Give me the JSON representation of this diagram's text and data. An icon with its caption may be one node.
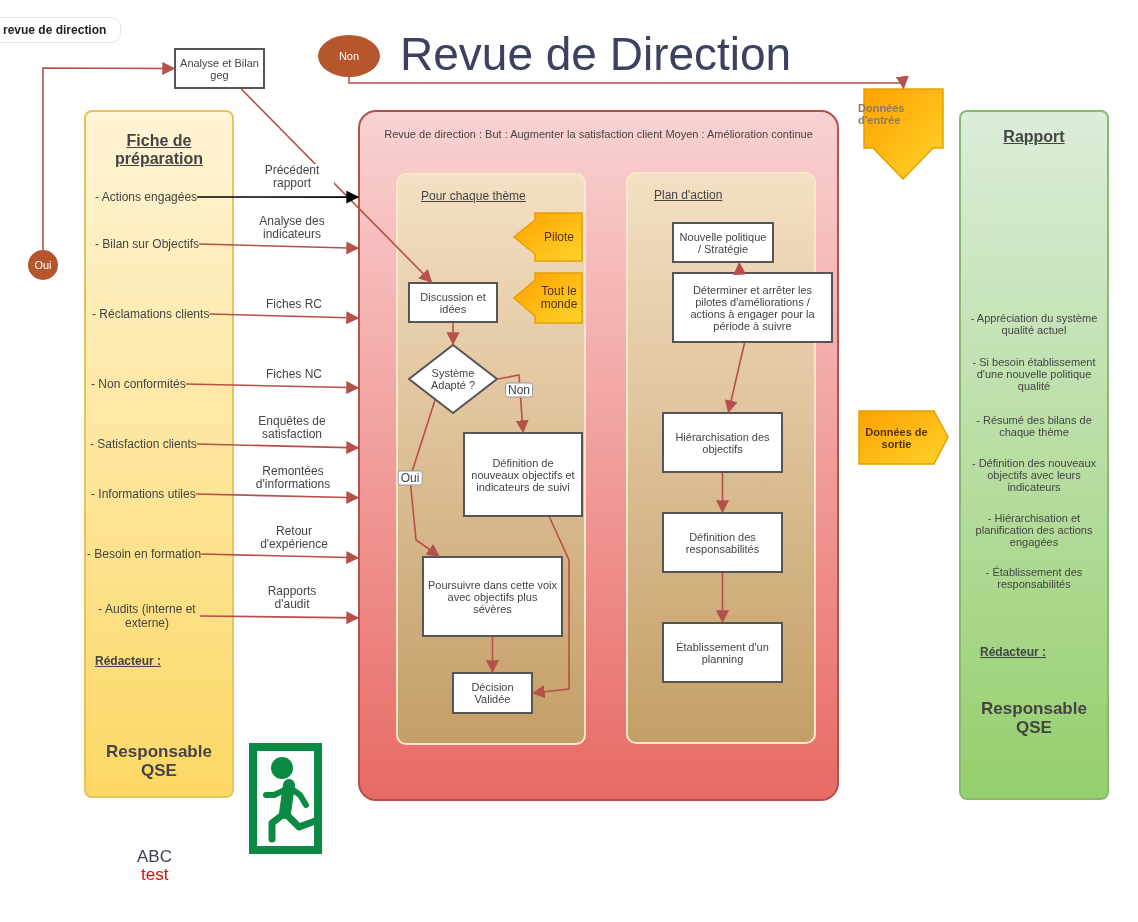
{
  "diagram": {
    "title": "Revue de Direction",
    "nodes": [
      {
        "text": [
          "Analyse et Bilan geg"
        ]
      },
      {
        "text": [
          "Non"
        ]
      },
      {
        "text": [
          "Oui"
        ]
      },
      {
        "text": [
          "Fiche de préparation",
          "Rédacteur :",
          "Responsable QSE"
        ]
      },
      {
        "text": [
          "- Actions engagées"
        ],
        "in": 3
      },
      {
        "text": [
          "- Bilan sur Objectifs"
        ],
        "in": 3
      },
      {
        "text": [
          "- Réclamations clients"
        ],
        "in": 3
      },
      {
        "text": [
          "- Non conformités"
        ],
        "in": 3
      },
      {
        "text": [
          "- Satisfaction clients"
        ],
        "in": 3
      },
      {
        "text": [
          "- Informations utiles"
        ],
        "in": 3
      },
      {
        "text": [
          "- Besoin en formation"
        ],
        "in": 3
      },
      {
        "text": [
          "- Audits (interne et externe)"
        ],
        "in": 3
      },
      {
        "text": [
          "Revue de direction :  But : Augmenter la satisfaction client  Moyen : Amélioration continue"
        ]
      },
      {
        "text": [
          "Pour chaque thème"
        ],
        "in": 12
      },
      {
        "text": [
          "Pilote"
        ],
        "in": 13
      },
      {
        "text": [
          "Tout le monde"
        ],
        "in": 13
      },
      {
        "text": [
          "Discussion et idées"
        ],
        "in": 13
      },
      {
        "text": [
          "Système Adapté ?"
        ],
        "in": 13
      },
      {
        "text": [
          "Définition de nouveaux objectifs et indicateurs de suivi"
        ],
        "in": 13
      },
      {
        "text": [
          "Poursuivre dans cette voix avec objectifs plus sévères"
        ],
        "in": 13
      },
      {
        "text": [
          "Décision Validée"
        ],
        "in": 13
      },
      {
        "text": [
          "Plan d'action"
        ],
        "in": 12
      },
      {
        "text": [
          "Nouvelle politique / Stratégie"
        ],
        "in": 21
      },
      {
        "text": [
          "Déterminer et arrêter les pilotes d'améliorations / actions à engager pour la période à suivre"
        ],
        "in": 21
      },
      {
        "text": [
          "Hiérarchisation des objectifs"
        ],
        "in": 21
      },
      {
        "text": [
          "Définition des responsabilités"
        ],
        "in": 21
      },
      {
        "text": [
          "Établissement d'un planning"
        ],
        "in": 21
      },
      {
        "text": [
          "Données d'entrée"
        ]
      },
      {
        "text": [
          "Données de sortie"
        ]
      },
      {
        "text": [
          "Rapport",
          "- Appréciation du système qualité actuel",
          "- Si besoin établissement d'une nouvelle politique qualité",
          "- Résumé des bilans de chaque thème",
          "- Définition des nouveaux objectifs avec leurs indicateurs",
          "- Hiérarchisation et planification des actions engagées",
          "- Établissement des responsabilités",
          "Rédacteur :",
          "Responsable QSE"
        ]
      }
    ],
    "edges": [
      {
        "from": 2,
        "to": 0,
        "arrow": "to"
      },
      {
        "from": 0,
        "to": 16,
        "arrow": "to"
      },
      {
        "from": 1,
        "to": 27,
        "arrow": "to"
      },
      {
        "from": 4,
        "to": 12,
        "arrow": "to",
        "label": "Précédent rapport",
        "color": "#000000"
      },
      {
        "from": 5,
        "to": 12,
        "arrow": "to",
        "label": "Analyse des indicateurs"
      },
      {
        "from": 6,
        "to": 12,
        "arrow": "to",
        "label": "Fiches RC"
      },
      {
        "from": 7,
        "to": 12,
        "arrow": "to",
        "label": "Fiches NC"
      },
      {
        "from": 8,
        "to": 12,
        "arrow": "to",
        "label": "Enquêtes de satisfaction"
      },
      {
        "from": 9,
        "to": 12,
        "arrow": "to",
        "label": "Remontées d'informations"
      },
      {
        "from": 10,
        "to": 12,
        "arrow": "to",
        "label": "Retour d'expérience"
      },
      {
        "from": 11,
        "to": 12,
        "arrow": "to",
        "label": "Rapports d'audit"
      },
      {
        "from": 16,
        "to": 17,
        "arrow": "to"
      },
      {
        "from": 17,
        "to": 18,
        "arrow": "to",
        "label": "Non"
      },
      {
        "from": 17,
        "to": 19,
        "arrow": "to",
        "label": "Oui"
      },
      {
        "from": 18,
        "to": 20,
        "arrow": "to"
      },
      {
        "from": 19,
        "to": 20,
        "arrow": "to"
      },
      {
        "from": 23,
        "to": 22,
        "arrow": "to"
      },
      {
        "from": 23,
        "to": 24,
        "arrow": "to"
      },
      {
        "from": 24,
        "to": 25,
        "arrow": "to"
      },
      {
        "from": 25,
        "to": 26,
        "arrow": "to"
      }
    ],
    "labels": [
      "revue de direction",
      "ABC",
      "test"
    ]
  }
}
